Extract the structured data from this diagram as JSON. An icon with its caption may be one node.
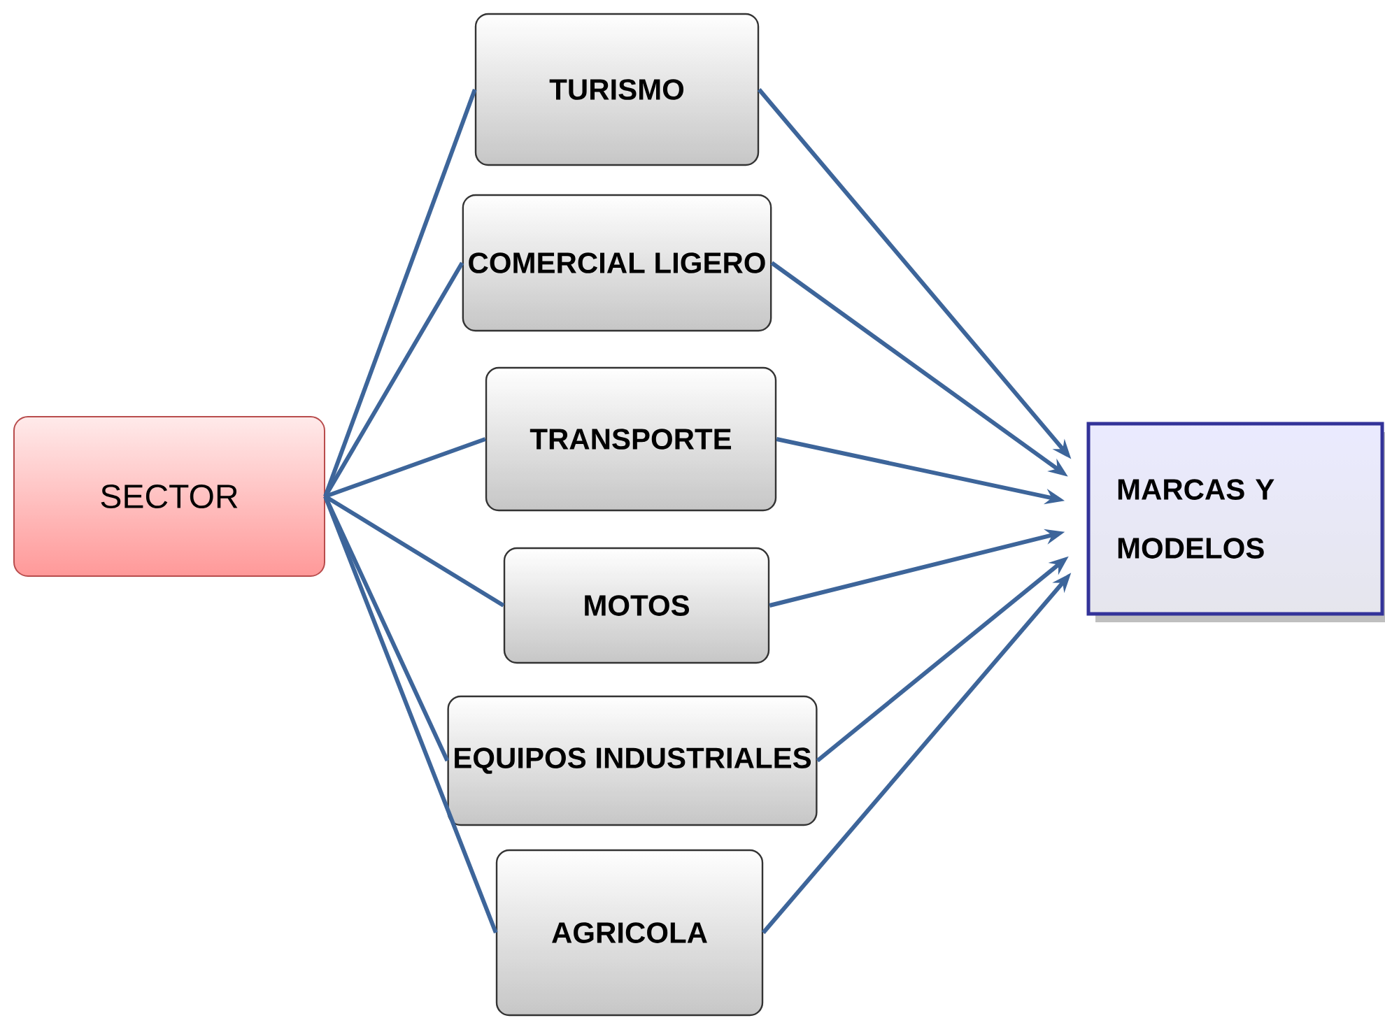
{
  "diagram": {
    "nodes": [
      {
        "text": [
          "SECTOR"
        ]
      },
      {
        "text": [
          "TURISMO"
        ]
      },
      {
        "text": [
          "COMERCIAL LIGERO"
        ]
      },
      {
        "text": [
          "TRANSPORTE"
        ]
      },
      {
        "text": [
          "MOTOS"
        ]
      },
      {
        "text": [
          "EQUIPOS INDUSTRIALES"
        ]
      },
      {
        "text": [
          "AGRICOLA"
        ]
      },
      {
        "text": [
          "MARCAS Y MODELOS"
        ]
      }
    ],
    "edges": [
      {
        "from": 0,
        "to": 1,
        "arrow": "none"
      },
      {
        "from": 0,
        "to": 2,
        "arrow": "none"
      },
      {
        "from": 0,
        "to": 3,
        "arrow": "none"
      },
      {
        "from": 0,
        "to": 4,
        "arrow": "none"
      },
      {
        "from": 0,
        "to": 5,
        "arrow": "none"
      },
      {
        "from": 0,
        "to": 6,
        "arrow": "none"
      },
      {
        "from": 1,
        "to": 7,
        "arrow": "to"
      },
      {
        "from": 2,
        "to": 7,
        "arrow": "to"
      },
      {
        "from": 3,
        "to": 7,
        "arrow": "to"
      },
      {
        "from": 4,
        "to": 7,
        "arrow": "to"
      },
      {
        "from": 5,
        "to": 7,
        "arrow": "to"
      },
      {
        "from": 6,
        "to": 7,
        "arrow": "to"
      }
    ]
  }
}
